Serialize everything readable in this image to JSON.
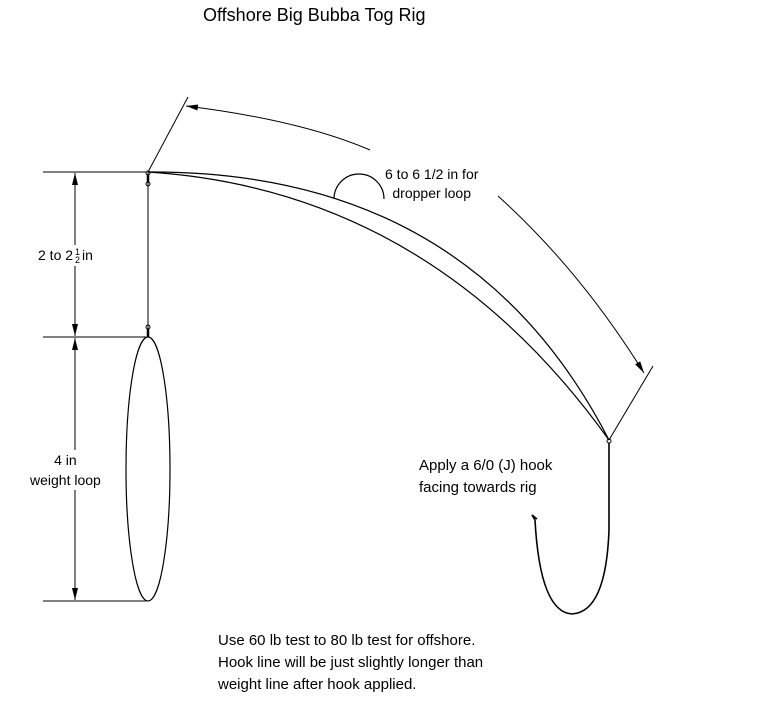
{
  "title": "Offshore Big Bubba Tog Rig",
  "dimensions": {
    "dropper_loop": {
      "line1": "6 to 6 1/2 in for",
      "line2": "dropper loop"
    },
    "upper_line": {
      "prefix": "2 to 2",
      "frac_num": "1",
      "frac_den": "2",
      "suffix": "in"
    },
    "weight_loop": {
      "line1": "4 in",
      "line2": "weight loop"
    }
  },
  "hook_note": {
    "line1": "Apply a 6/0 (J) hook",
    "line2": "facing towards rig"
  },
  "footer_note": {
    "line1": "Use 60 lb test to 80 lb test for offshore.",
    "line2": "Hook line will be just slightly longer than",
    "line3": "weight line after hook applied."
  },
  "colors": {
    "line": "#000000",
    "background": "#ffffff"
  }
}
